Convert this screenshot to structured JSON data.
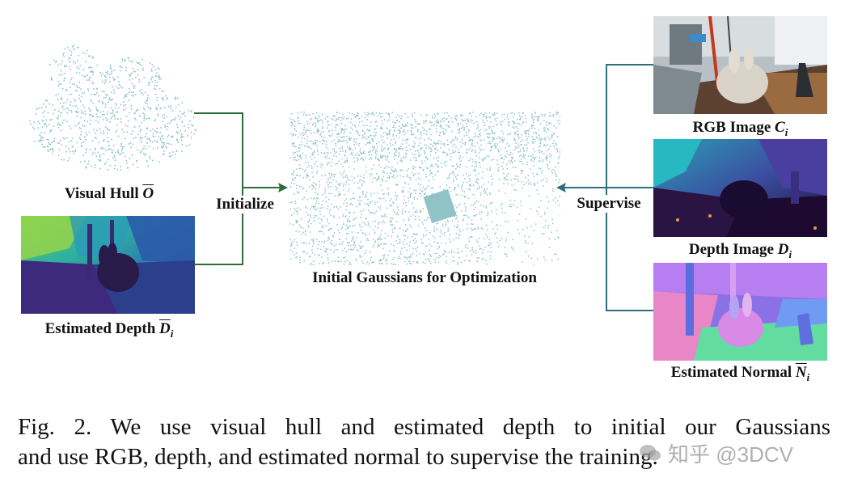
{
  "labels": {
    "visual_hull": "Visual Hull ",
    "visual_hull_sym": "O",
    "estimated_depth": "Estimated Depth ",
    "estimated_depth_sym": "D",
    "estimated_depth_sub": "i",
    "initialize": "Initialize",
    "gaussians": "Initial Gaussians for Optimization",
    "supervise": "Supervise",
    "rgb_image": "RGB Image ",
    "rgb_sym": "C",
    "rgb_sub": "i",
    "depth_image": "Depth Image ",
    "depth_sym": "D",
    "depth_sub": "i",
    "estimated_normal": "Estimated Normal ",
    "normal_sym": "N",
    "normal_sub": "i"
  },
  "caption": {
    "line1": "Fig. 2.    We use visual hull and estimated depth to initial our Gaussians",
    "line2": "and use RGB, depth, and estimated normal to supervise the training."
  },
  "watermark": {
    "text": "知乎 @3DCV"
  },
  "colors": {
    "init_arrow": "#2e6b3a",
    "supervise_arrow": "#2f6e7b",
    "points": "#8fc3c6"
  }
}
